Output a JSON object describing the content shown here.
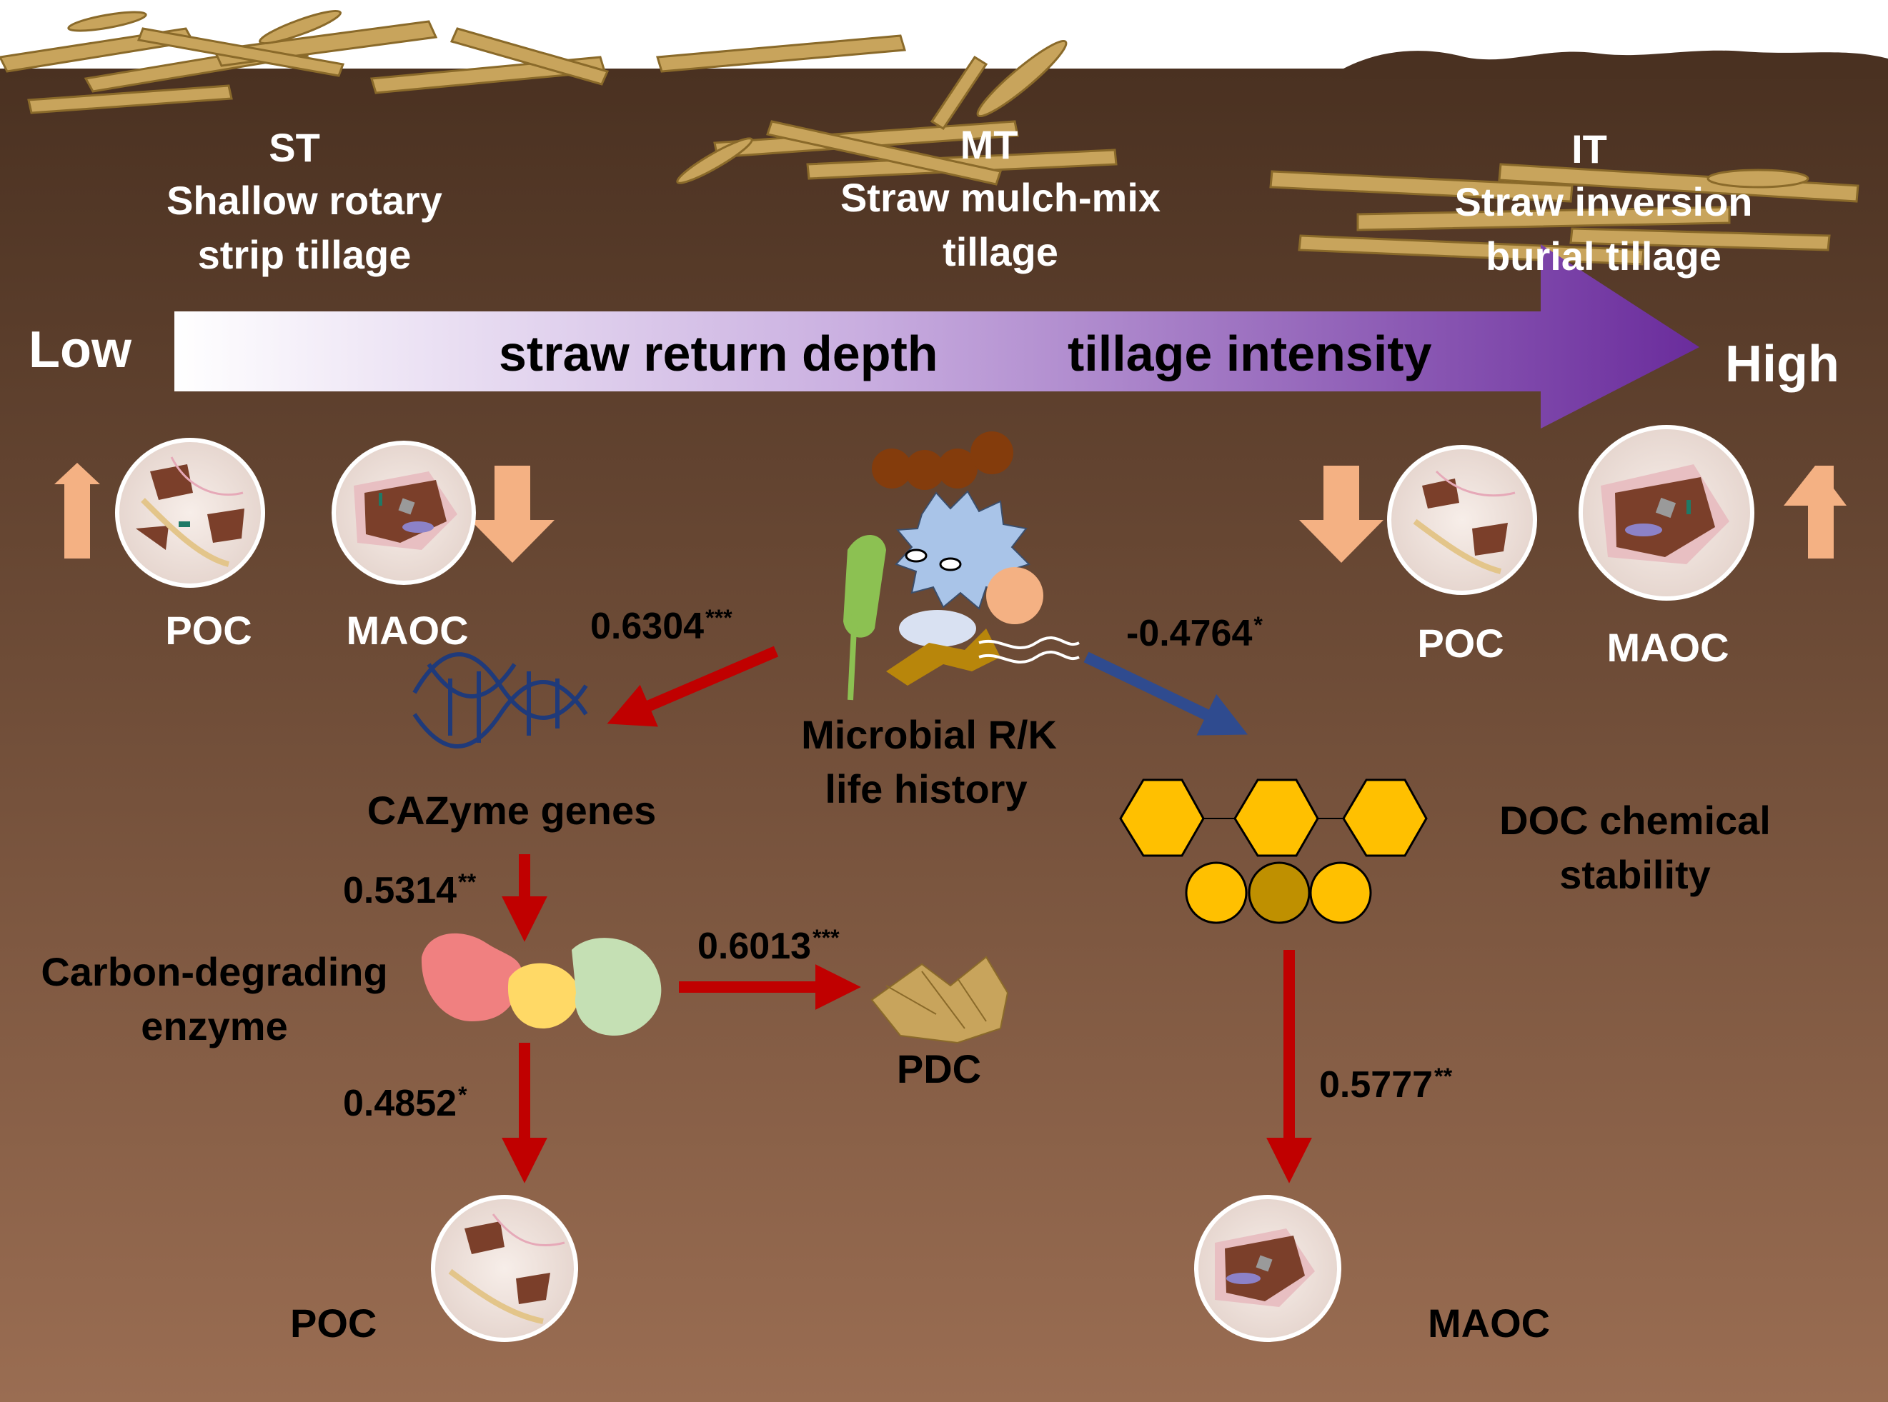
{
  "tillage_modes": [
    {
      "code": "ST",
      "name_line1": "Shallow rotary",
      "name_line2": "strip tillage"
    },
    {
      "code": "MT",
      "name_line1": "Straw mulch-mix",
      "name_line2": "tillage"
    },
    {
      "code": "IT",
      "name_line1": "Straw inversion",
      "name_line2": "burial tillage"
    }
  ],
  "gradient": {
    "low": "Low",
    "high": "High",
    "label_left": "straw return depth",
    "label_right": "tillage intensity"
  },
  "pools": {
    "left_poc": "POC",
    "left_maoc": "MAOC",
    "right_poc": "POC",
    "right_maoc": "MAOC",
    "bottom_poc": "POC",
    "bottom_maoc": "MAOC"
  },
  "nodes": {
    "microbial_line1": "Microbial R/K",
    "microbial_line2": "life history",
    "cazyme": "CAZyme genes",
    "enzyme_line1": "Carbon-degrading",
    "enzyme_line2": "enzyme",
    "doc_line1": "DOC chemical",
    "doc_line2": "stability",
    "pdc": "PDC"
  },
  "paths": [
    {
      "id": "microbial-to-cazyme",
      "value": "0.6304",
      "sig": "***",
      "sign": "positive"
    },
    {
      "id": "microbial-to-doc",
      "value": "-0.4764",
      "sig": "*",
      "sign": "negative"
    },
    {
      "id": "cazyme-to-enzyme",
      "value": "0.5314",
      "sig": "**",
      "sign": "positive"
    },
    {
      "id": "enzyme-to-pdc",
      "value": "0.6013",
      "sig": "***",
      "sign": "positive"
    },
    {
      "id": "enzyme-to-poc",
      "value": "0.4852",
      "sig": "*",
      "sign": "positive"
    },
    {
      "id": "doc-to-maoc",
      "value": "0.5777",
      "sig": "**",
      "sign": "positive"
    }
  ],
  "trend": {
    "left_poc": "up",
    "left_maoc": "down",
    "right_poc": "down",
    "right_maoc": "up"
  },
  "colors": {
    "soil_top": "#4a3121",
    "soil_bottom": "#9a6d52",
    "positive_arrow": "#c00000",
    "negative_arrow": "#2f4b8f",
    "gradient_start": "#ffffff",
    "gradient_end": "#6a2c9c",
    "trend_arrow": "#f4b183",
    "straw": "#c8a45c",
    "hexagon": "#ffc000"
  }
}
